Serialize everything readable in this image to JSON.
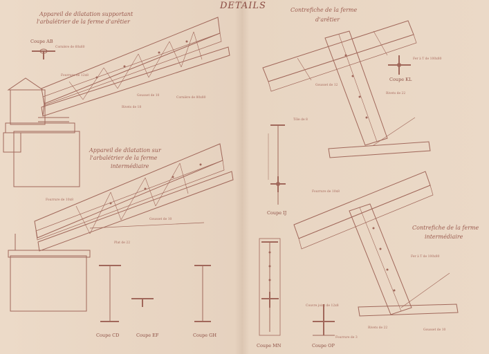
{
  "title": "DETAILS",
  "headings": {
    "h1": "Appareil de dilatation supportant",
    "h2": "l'arbalétrier de la ferme d'arêtier",
    "h3": "Appareil de dilatation sur",
    "h4": "l'arbalétrier de la ferme",
    "h5": "intermédiaire",
    "h6": "Contrefiche de la ferme",
    "h7": "d'arêtier",
    "h8": "Contrefiche de la ferme",
    "h9": "intermédiaire"
  },
  "cuts": {
    "ab": "Coupe AB",
    "kl": "Coupe KL",
    "ij": "Coupe IJ",
    "cd": "Coupe CD",
    "ef": "Coupe EF",
    "gh": "Coupe GH",
    "mn": "Coupe MN",
    "op": "Coupe OP"
  },
  "notes": {
    "n1": "Cornière de 60x60",
    "n2": "Fourrure de 12x8",
    "n3": "Rivets de 18",
    "n4": "Gousset de 10",
    "n5": "Cornière de 80x80",
    "n6": "Tôle de 8",
    "n7": "Fer à T de 100x80",
    "n8": "Fourrure de 10x8",
    "n9": "Rivets de 22",
    "n10": "Gousset de 12",
    "n11": "Fourrure de 10x8",
    "n12": "Fer à T de 100x80",
    "n13": "Gousset de 10",
    "n14": "Couvre joint de 12x8",
    "n15": "Rivets de 22",
    "n16": "Gousset de 10",
    "n17": "Fourrure de 3",
    "n18": "Plat de 22"
  },
  "colors": {
    "paper": "#e9d6c3",
    "ink": "#9a5a4e"
  }
}
